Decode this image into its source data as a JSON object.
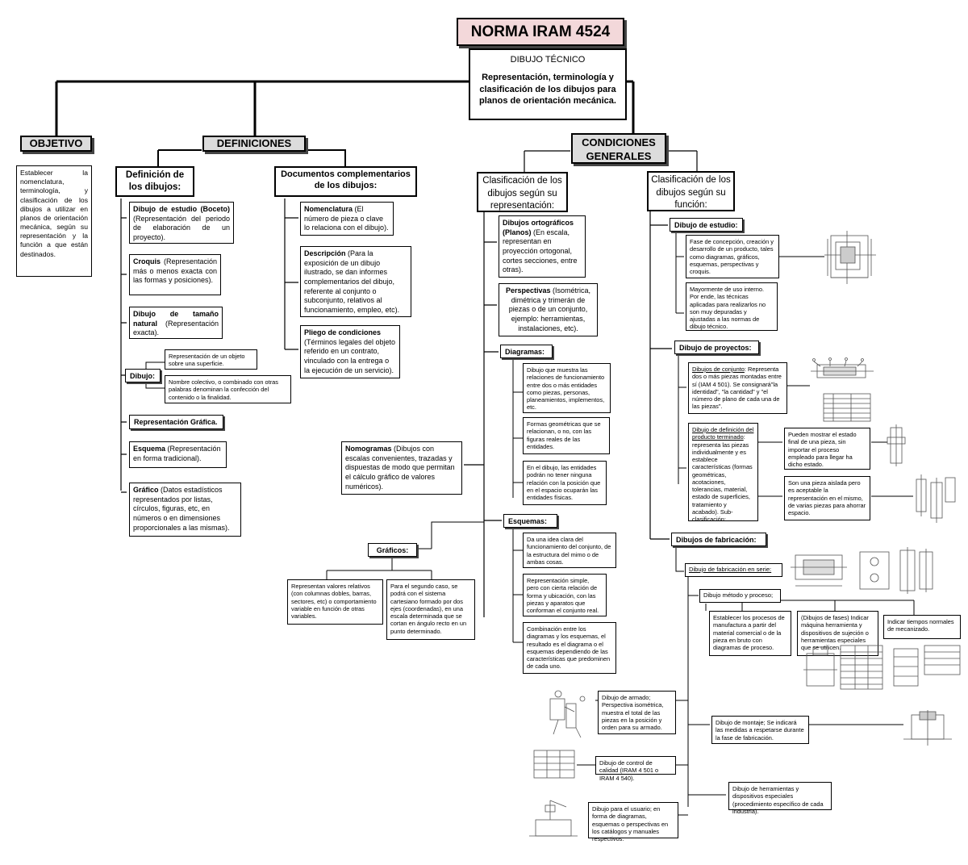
{
  "title": "NORMA IRAM 4524",
  "dibujo_tecnico": {
    "heading": "DIBUJO TÉCNICO",
    "text": "Representación, terminología y clasificación de los dibujos para planos de orientación mecánica."
  },
  "objetivo": {
    "header": "OBJETIVO",
    "text": "Establecer la nomenclatura, terminología, y clasificación de los dibujos a utilizar en planos de orientación mecánica, según su representación y la función a que están destinados."
  },
  "definiciones": {
    "header": "DEFINICIONES",
    "def_dibujos": {
      "header": "Definición de los dibujos:",
      "boceto": {
        "bold": "Dibujo de estudio (Boceto)",
        "rest": " (Representación del periodo de elaboración de un proyecto)."
      },
      "croquis": {
        "bold": "Croquis",
        "rest": " (Representación más o menos exacta con las formas y posiciones)."
      },
      "tamano": {
        "bold": "Dibujo de tamaño natural",
        "rest": " (Representación exacta)."
      },
      "dibujo_label": "Dibujo:",
      "dibujo_a": "Representación de un objeto sobre una superficie.",
      "dibujo_b": "Nombre colectivo, o combinado con otras palabras denominan la confección del contenido o la finalidad.",
      "rep_grafica": "Representación Gráfica.",
      "esquema": {
        "bold": "Esquema",
        "rest": " (Representación en forma tradicional)."
      },
      "grafico": {
        "bold": "Gráfico",
        "rest": " (Datos estadísticos representados por listas, círculos, figuras, etc, en números o en dimensiones proporcionales a las mismas)."
      }
    },
    "doc_comp": {
      "header": "Documentos complementarios de los dibujos:",
      "nomenclatura": {
        "bold": "Nomenclatura",
        "rest": " (El número de pieza o clave lo relaciona con el dibujo)."
      },
      "descripcion": {
        "bold": "Descripción",
        "rest": " (Para la exposición de un dibujo ilustrado, se dan informes complementarios del dibujo, referente al conjunto o subconjunto, relativos al funcionamiento, empleo, etc)."
      },
      "pliego": {
        "bold": "Pliego de condiciones",
        "rest": " (Términos legales del objeto referido en un contrato, vinculado con la entrega o la ejecución de un servicio)."
      }
    }
  },
  "condiciones": {
    "header": "CONDICIONES GENERALES",
    "rep": {
      "header": "Clasificación de los dibujos según su representación:",
      "ortograficos": {
        "bold": "Dibujos ortográficos (Planos)",
        "rest": " (En escala, representan en proyección ortogonal, cortes secciones, entre otras)."
      },
      "perspectivas": {
        "bold": "Perspectivas",
        "rest": " (Isométrica, dimétrica y trimerán de piezas o de un conjunto, ejemplo: herramientas, instalaciones, etc)."
      },
      "diagramas_label": "Diagramas:",
      "diag_a": "Dibujo que muestra las relaciones de funcionamiento entre dos o más entidades como piezas, personas, planeamientos, implementos, etc.",
      "diag_b": "Formas geométricas que se relacionan, o no, con las figuras reales de las entidades.",
      "diag_c": "En el dibujo, las entidades podrán no tener ninguna relación con la posición que en el espacio ocuparán las entidades físicas.",
      "nomogramas": {
        "bold": "Nomogramas",
        "rest": " (Dibujos con escalas convenientes, trazadas y dispuestas de modo que permitan el cálculo gráfico de valores numéricos)."
      },
      "esquemas_label": "Esquemas:",
      "esq_a": "Da una idea clara del funcionamiento del conjunto, de la estructura del mimo o de ambas cosas.",
      "esq_b": "Representación simple, pero con cierta relación de forma y ubicación, con las piezas y aparatos que conforman el conjunto real.",
      "esq_c": "Combinación entre los diagramas y los esquemas, el resultado es el diagrama o el esquemas dependiendo de las características que predominen de cada uno.",
      "graficos_label": "Gráficos:",
      "graf_a": "Representan valores relativos (con columnas dobles, barras, sectores, etc) o comportamiento variable en función de otras variables.",
      "graf_b": "Para el segundo caso, se podrá con el sistema cartesiano formado por dos ejes (coordenadas), en una escala determinada que se cortan en ángulo recto en un punto determinado."
    },
    "fun": {
      "header": "Clasificación de los dibujos según su función:",
      "estudio_label": "Dibujo de estudio:",
      "est_a": "Fase de concepción, creación y desarrollo de un producto, tales como diagramas, gráficos, esquemas, perspectivas y croquis.",
      "est_b": "Mayormente de uso interno. Por ende, las técnicas aplicadas para realizarlos no son muy depuradas y ajustadas a las normas de dibujo técnico.",
      "proyectos_label": "Dibujo de proyectos:",
      "conjunto_u": "Dibujos de conjunto",
      "conjunto_rest": ": Representa dos o más piezas montadas entre sí (IAM 4 501). Se consignará\"la identidad\", \"la cantidad\" y \"el número de plano de cada una de las piezas\".",
      "definicion_u": "Dibujo de definición del producto terminado",
      "definicion_rest": ": representa las piezas individualmente y es establece características (formas geométricas, acotaciones, tolerancias, material, estado de superficies, tratamiento y acabado). Sub-clasificación;",
      "def_a": "Pueden mostrar el estado final de una pieza, sin importar el proceso empleado para llegar ha dicho estado.",
      "def_b": "Son una pieza aislada pero es aceptable la representación en el mismo, de varias piezas para ahorrar espacio.",
      "fabricacion_label": "Dibujos de fabricación:",
      "serie_label": "Dibujo de fabricación en serie:",
      "metodo_label": "Dibujo método y proceso;",
      "met_a": "Establecer los procesos de manufactura a partir del material comercial o de la pieza en bruto con diagramas de proceso.",
      "met_b": "(Dibujos de fases) Indicar máquina herramienta y dispositivos de sujeción o herramientas especiales que se utilicen.",
      "met_c": "Indicar tiempos normales de mecanizado.",
      "armado": "Dibujo de armado; Perspectiva isométrica, muestra el total de las piezas en la posición y orden para su armado.",
      "montaje": "Dibujo de montaje; Se indicará las medidas a respetarse durante la fase de fabricación.",
      "calidad": "Dibujo de control de calidad (IRAM 4 501 o IRAM 4 540).",
      "herramientas": "Dibujo de herramientas y dispositivos especiales (procedimiento específico de cada industria).",
      "usuario": "Dibujo para el usuario; en forma de diagramas, esquemas o perspectivas en los catálogos y manuales respectivos."
    }
  }
}
